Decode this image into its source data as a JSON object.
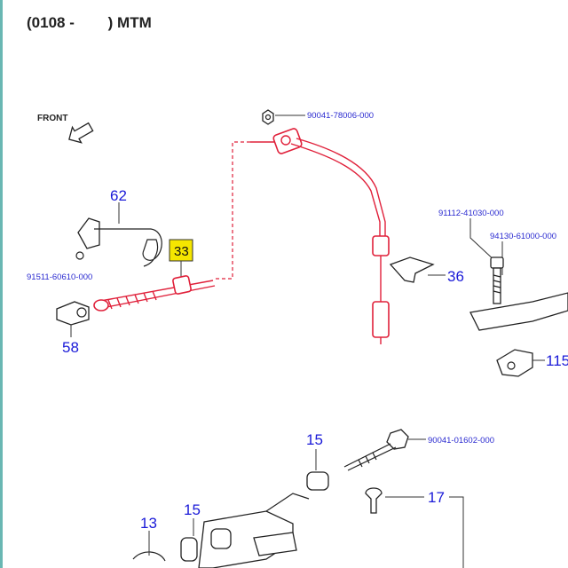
{
  "header": {
    "title": "(0108 -        ) MTM"
  },
  "labels": {
    "front": "FRONT",
    "pn_nut": "90041-78006-000",
    "pn_clip": "91511-60610-000",
    "pn_bolt_a": "91112-41030-000",
    "pn_bolt_b": "94130-61000-000",
    "pn_bolt_c": "90041-01602-000",
    "ref_62": "62",
    "ref_33": "33",
    "ref_58": "58",
    "ref_36": "36",
    "ref_115": "115",
    "ref_15a": "15",
    "ref_15b": "15",
    "ref_17": "17",
    "ref_13": "13"
  },
  "colors": {
    "highlight_box": "#f5e600",
    "cable_red": "#e0203a",
    "link_blue": "#2a2ad0",
    "border_teal": "#69b7b3"
  }
}
